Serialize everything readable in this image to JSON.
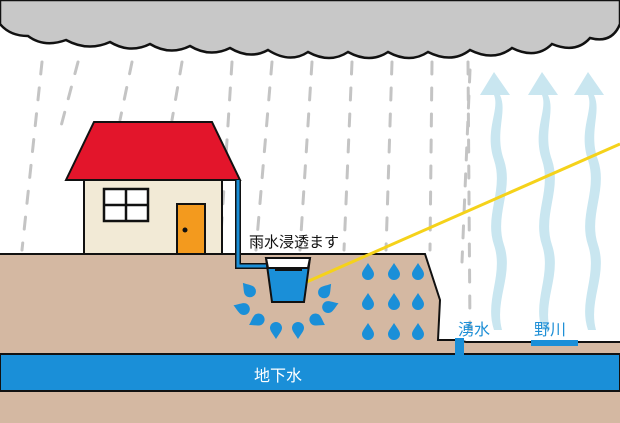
{
  "labels": {
    "infiltration": "雨水浸透ます",
    "groundwater": "地下水",
    "spring_water": "湧水",
    "stream": "野川"
  },
  "colors": {
    "cloud": "#c8c8c8",
    "cloud_outline": "#111111",
    "rain": "#c4c4c4",
    "ground": "#d4b8a2",
    "groundwater": "#1a8fd8",
    "water_drop": "#1a8fd8",
    "roof": "#e3152b",
    "house_wall": "#f2ead6",
    "door": "#f39a1e",
    "evaporation_arrow": "#c9e6f0",
    "sunbeam": "#f5d21a",
    "infiltration_box": "#1a8fd8"
  },
  "icons": {
    "cloud": "cloud-icon",
    "house": "house-icon",
    "rain": "rain-icon",
    "evaporation": "evaporation-arrow-icon",
    "sunbeam": "sunbeam-icon",
    "infiltration_box": "infiltration-box-icon",
    "water_drops": "water-drop-icon"
  }
}
